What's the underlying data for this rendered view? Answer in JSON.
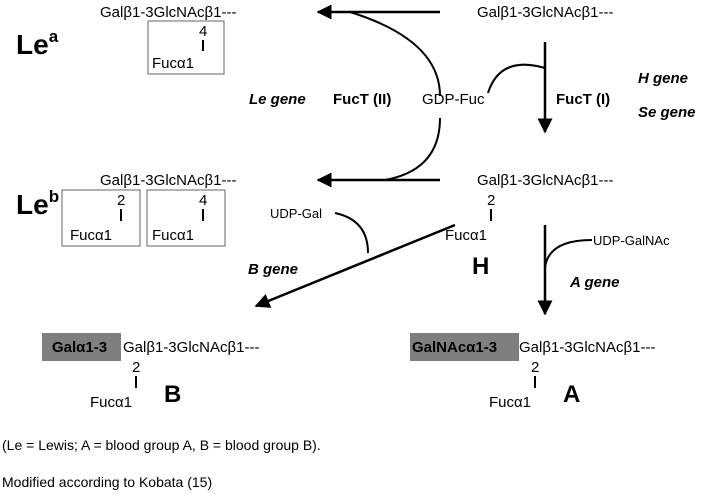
{
  "colors": {
    "highlight": "#7f7f7f",
    "box_border": "#666666",
    "ink": "#000000"
  },
  "lea": {
    "label": "Le",
    "sup": "a",
    "chain": "Galβ1-3GlcNAcβ1---",
    "pos": "4",
    "fuc": "Fucα1"
  },
  "precursor": {
    "chain": "Galβ1-3GlcNAcβ1---"
  },
  "enzymes": {
    "le_gene": "Le gene",
    "fuct2": "FucT (II)",
    "gdp_fuc": "GDP-Fuc",
    "fuct1": "FucT (I)",
    "h_gene": "H gene",
    "se_gene": "Se gene",
    "udp_gal": "UDP-Gal",
    "b_gene": "B gene",
    "udp_galnac": "UDP-GalNAc",
    "a_gene": "A gene"
  },
  "leb": {
    "label": "Le",
    "sup": "b",
    "chain": "Galβ1-3GlcNAcβ1---",
    "pos1": "2",
    "fuc1": "Fucα1",
    "pos2": "4",
    "fuc2": "Fucα1"
  },
  "h": {
    "chain": "Galβ1-3GlcNAcβ1---",
    "pos": "2",
    "fuc": "Fucα1",
    "label": "H"
  },
  "b": {
    "prefix": "Galα1-3",
    "chain": "Galβ1-3GlcNAcβ1---",
    "pos": "2",
    "fuc": "Fucα1",
    "label": "B"
  },
  "a": {
    "prefix": "GalNAcα1-3",
    "chain": "Galβ1-3GlcNAcβ1---",
    "pos": "2",
    "fuc": "Fucα1",
    "label": "A"
  },
  "footnotes": {
    "legend": "(Le = Lewis; A = blood group A, B = blood group B).",
    "source": "Modified according to Kobata (15)"
  }
}
